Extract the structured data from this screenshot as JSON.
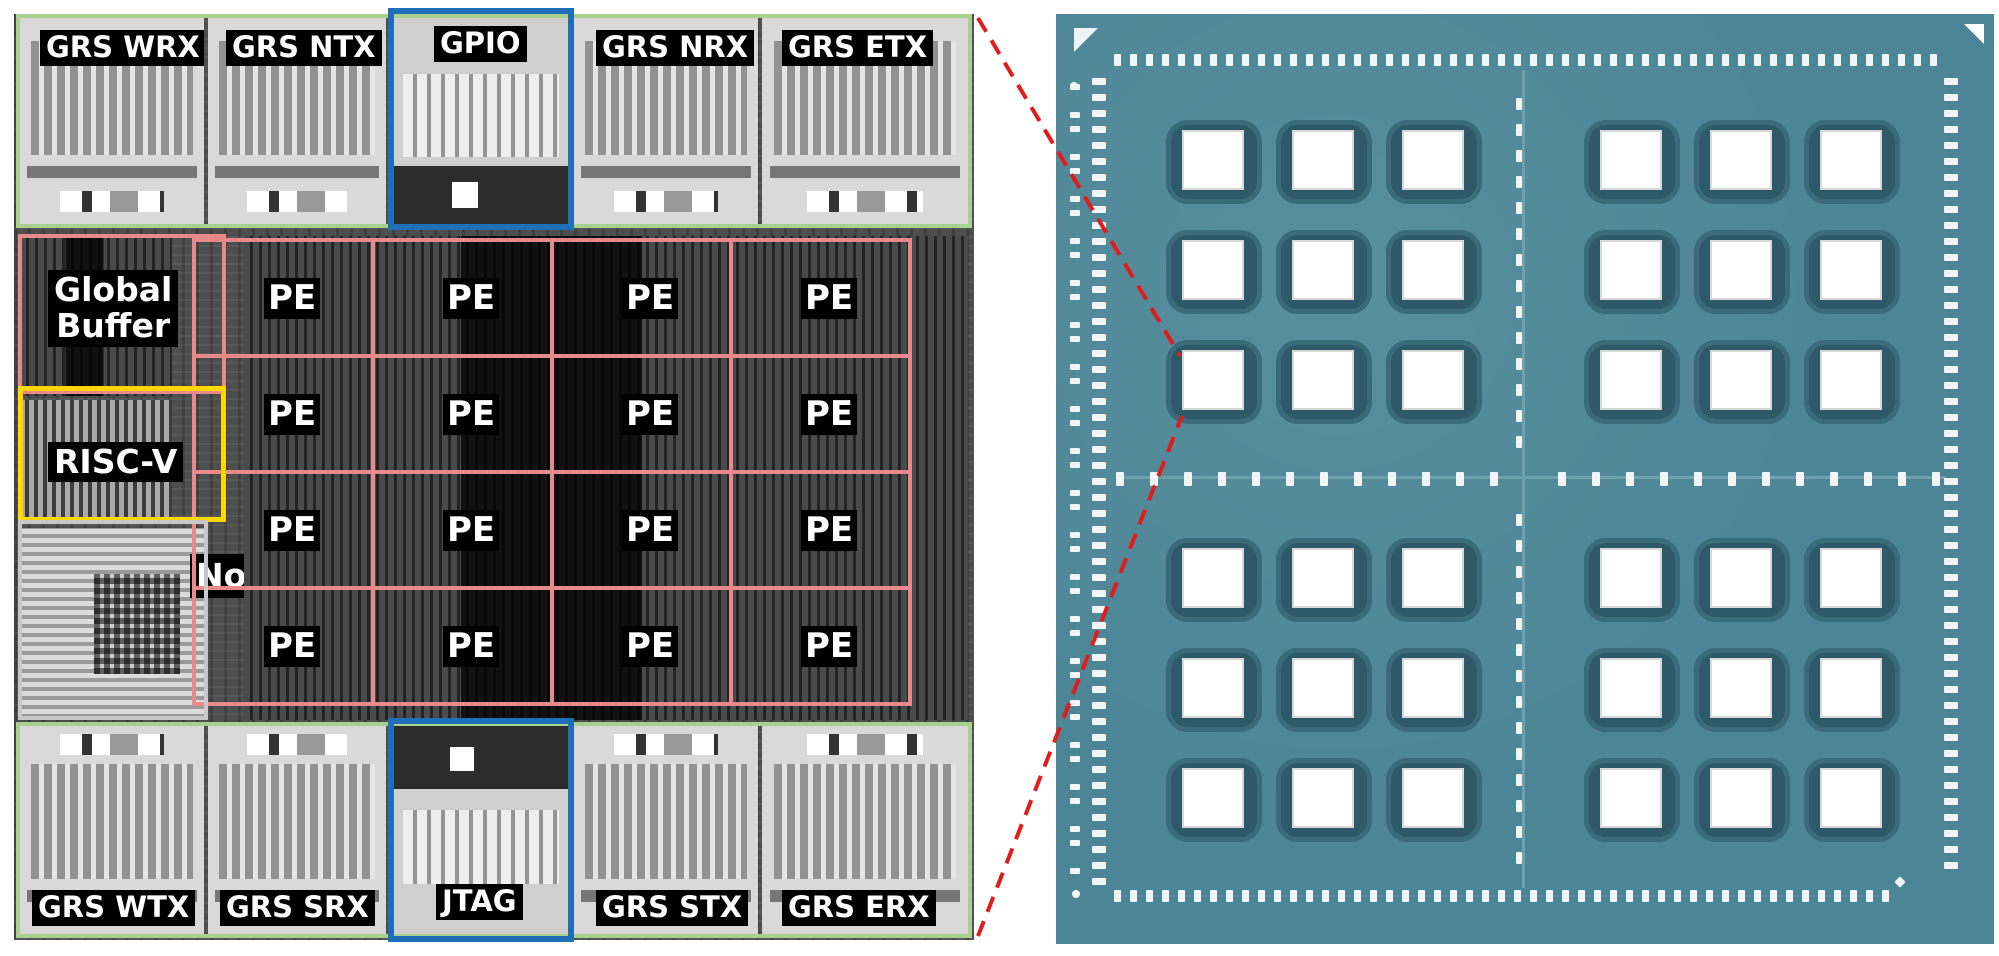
{
  "die": {
    "top_row": [
      "GRS WRX",
      "GRS NTX",
      "GPIO",
      "GRS NRX",
      "GRS ETX"
    ],
    "bottom_row": [
      "GRS WTX",
      "GRS SRX",
      "JTAG",
      "GRS STX",
      "GRS ERX"
    ],
    "global_buffer": "Global\nBuffer",
    "riscv": "RISC-V",
    "nop": "NoP",
    "pe_label": "PE",
    "pe_grid": {
      "rows": 4,
      "cols": 4
    }
  },
  "package": {
    "bump_groups": 4,
    "bumps_per_group": {
      "rows": 3,
      "cols": 3
    }
  },
  "colors": {
    "io_outline": "#a9d18e",
    "gpio_jtag_outline": "#1f6fb8",
    "pe_outline": "#e98a8a",
    "riscv_outline": "#ffd800",
    "nop_outline": "#c8c8c8",
    "connector_dash": "#e01c1c",
    "package_substrate": "#4b8596"
  }
}
